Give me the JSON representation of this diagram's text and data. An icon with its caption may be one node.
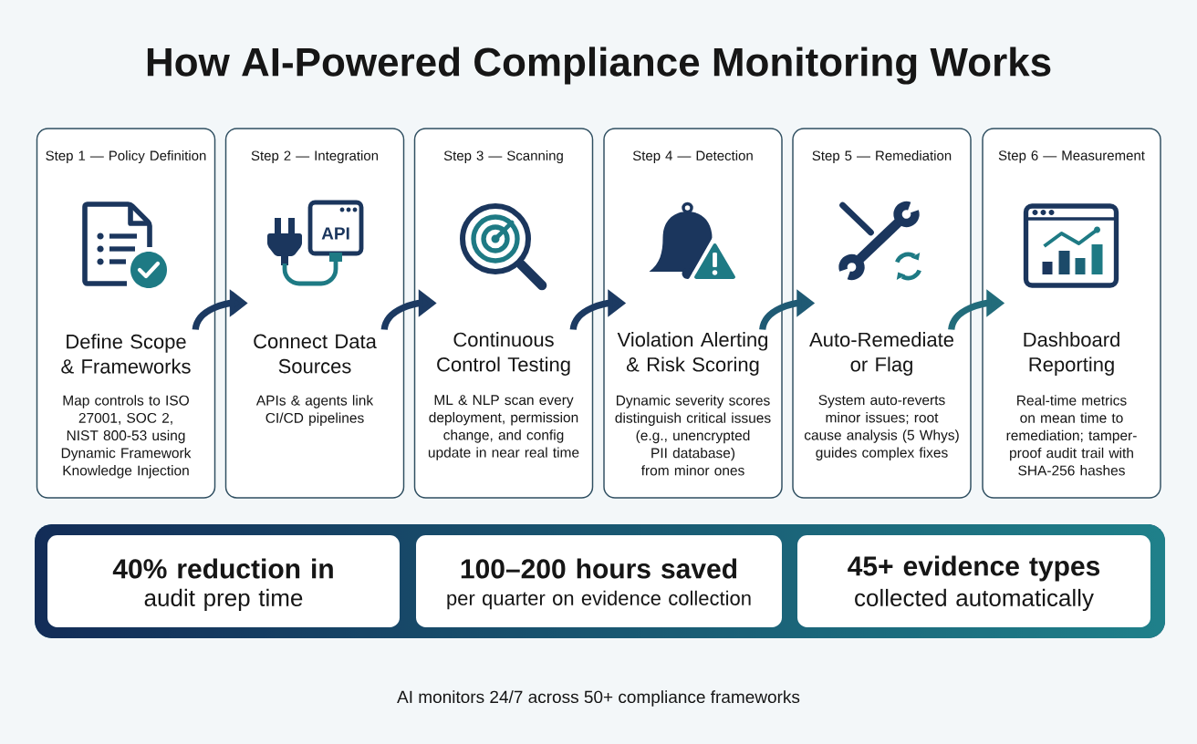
{
  "diagram": {
    "title": "How AI-Powered Compliance Monitoring Works",
    "nodes": [
      {
        "text": [
          "Step 1 — Policy Definition",
          "Define Scope & Frameworks",
          "Map controls to ISO 27001, SOC 2, NIST 800-53 using Dynamic Framework Knowledge Injection"
        ]
      },
      {
        "text": [
          "Step 2 — Integration",
          "Connect Data Sources",
          "APIs & agents link CI/CD pipelines"
        ]
      },
      {
        "text": [
          "Step 3 — Scanning",
          "Continuous Control Testing",
          "ML & NLP scan every deployment, permission change, and config update in near real time"
        ]
      },
      {
        "text": [
          "Step 4 — Detection",
          "Violation Alerting & Risk Scoring",
          "Dynamic severity scores distinguish critical issues (e.g., unencrypted PII database) from minor ones"
        ]
      },
      {
        "text": [
          "Step 5 — Remediation",
          "Auto-Remediate or Flag",
          "System auto-reverts minor issues; root cause analysis (5 Whys) guides complex fixes"
        ]
      },
      {
        "text": [
          "Step 6 — Measurement",
          "Dashboard Reporting",
          "Real-time metrics on mean time to remediation; tamper-proof audit trail with SHA-256 hashes"
        ]
      },
      {
        "text": [],
        "shape": "box"
      },
      {
        "text": [
          "40% reduction in",
          "audit prep time"
        ],
        "in": 6
      },
      {
        "text": [
          "100–200 hours saved",
          "per quarter on evidence collection"
        ],
        "in": 6
      },
      {
        "text": [
          "45+ evidence types",
          "collected automatically"
        ],
        "in": 6
      }
    ],
    "edges": [
      {
        "from": 0,
        "to": 1,
        "arrow": "to"
      },
      {
        "from": 1,
        "to": 2,
        "arrow": "to"
      },
      {
        "from": 2,
        "to": 3,
        "arrow": "to"
      },
      {
        "from": 3,
        "to": 4,
        "arrow": "to",
        "color": "#1f5a74"
      },
      {
        "from": 4,
        "to": 5,
        "arrow": "to",
        "color": "#226c7b"
      }
    ],
    "labels": [
      "API"
    ],
    "caption": "AI monitors 24/7 across 50+ compliance frameworks"
  }
}
